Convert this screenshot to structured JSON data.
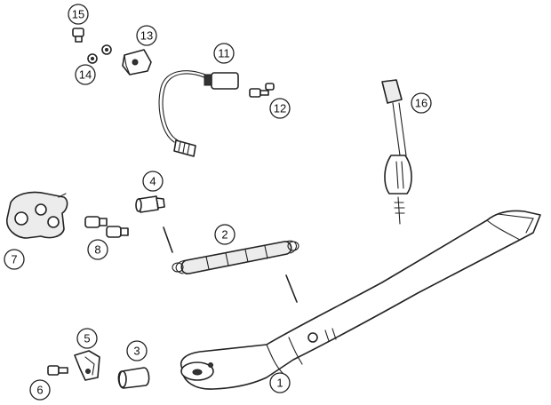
{
  "diagram": {
    "callouts": [
      {
        "id": "c1",
        "label": "1"
      },
      {
        "id": "c2",
        "label": "2"
      },
      {
        "id": "c3",
        "label": "3"
      },
      {
        "id": "c4",
        "label": "4"
      },
      {
        "id": "c5",
        "label": "5"
      },
      {
        "id": "c6",
        "label": "6"
      },
      {
        "id": "c7",
        "label": "7"
      },
      {
        "id": "c8",
        "label": "8"
      },
      {
        "id": "c11",
        "label": "11"
      },
      {
        "id": "c12",
        "label": "12"
      },
      {
        "id": "c13",
        "label": "13"
      },
      {
        "id": "c14",
        "label": "14"
      },
      {
        "id": "c15",
        "label": "15"
      },
      {
        "id": "c16",
        "label": "16"
      }
    ]
  }
}
